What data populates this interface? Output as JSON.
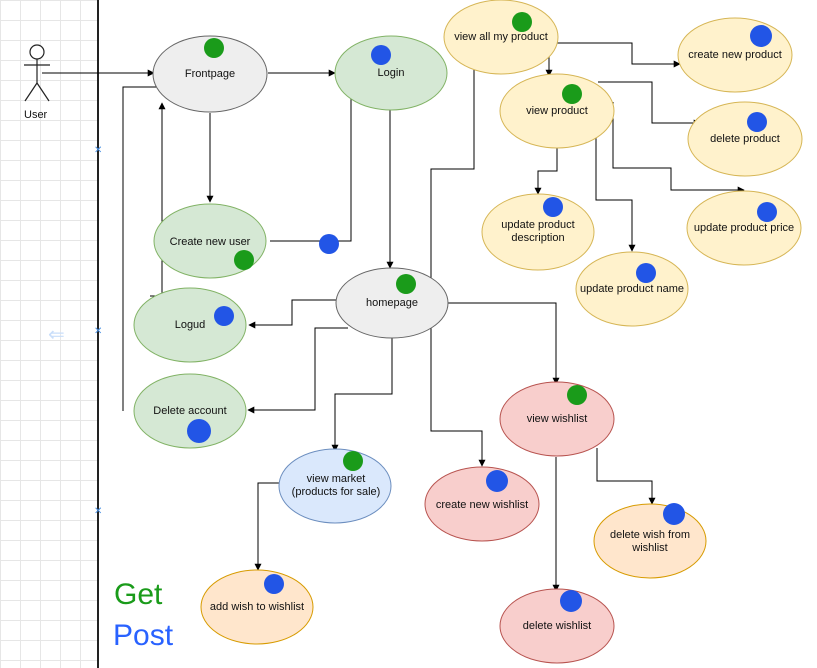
{
  "actor": {
    "label": "User"
  },
  "nodes": {
    "frontpage": "Frontpage",
    "login": "Login",
    "create_new_user": "Create new user",
    "homepage": "homepage",
    "logud": "Logud",
    "delete_account": "Delete account",
    "view_market": "view market (products for sale)",
    "add_wish": "add wish to wishlist",
    "create_wishlist": "create new wishlist",
    "view_wishlist": "view wishlist",
    "delete_wish": "delete wish from wishlist",
    "delete_wishlist": "delete wishlist",
    "view_all_my_product": "view all my product",
    "view_product": "view product",
    "create_new_product": "create new product",
    "delete_product": "delete product",
    "update_description": "update product description",
    "update_name": "update product name",
    "update_price": "update product price"
  },
  "legend": {
    "get": "Get",
    "post": "Post"
  },
  "colors": {
    "gray": "#eeeeee",
    "green": "#d5e8d4",
    "yellow": "#fff2cc",
    "orange": "#ffe6cc",
    "red": "#f8cecc",
    "blue": "#dae8fc",
    "get_dot": "#1a9b1a",
    "post_dot": "#2255e6"
  }
}
